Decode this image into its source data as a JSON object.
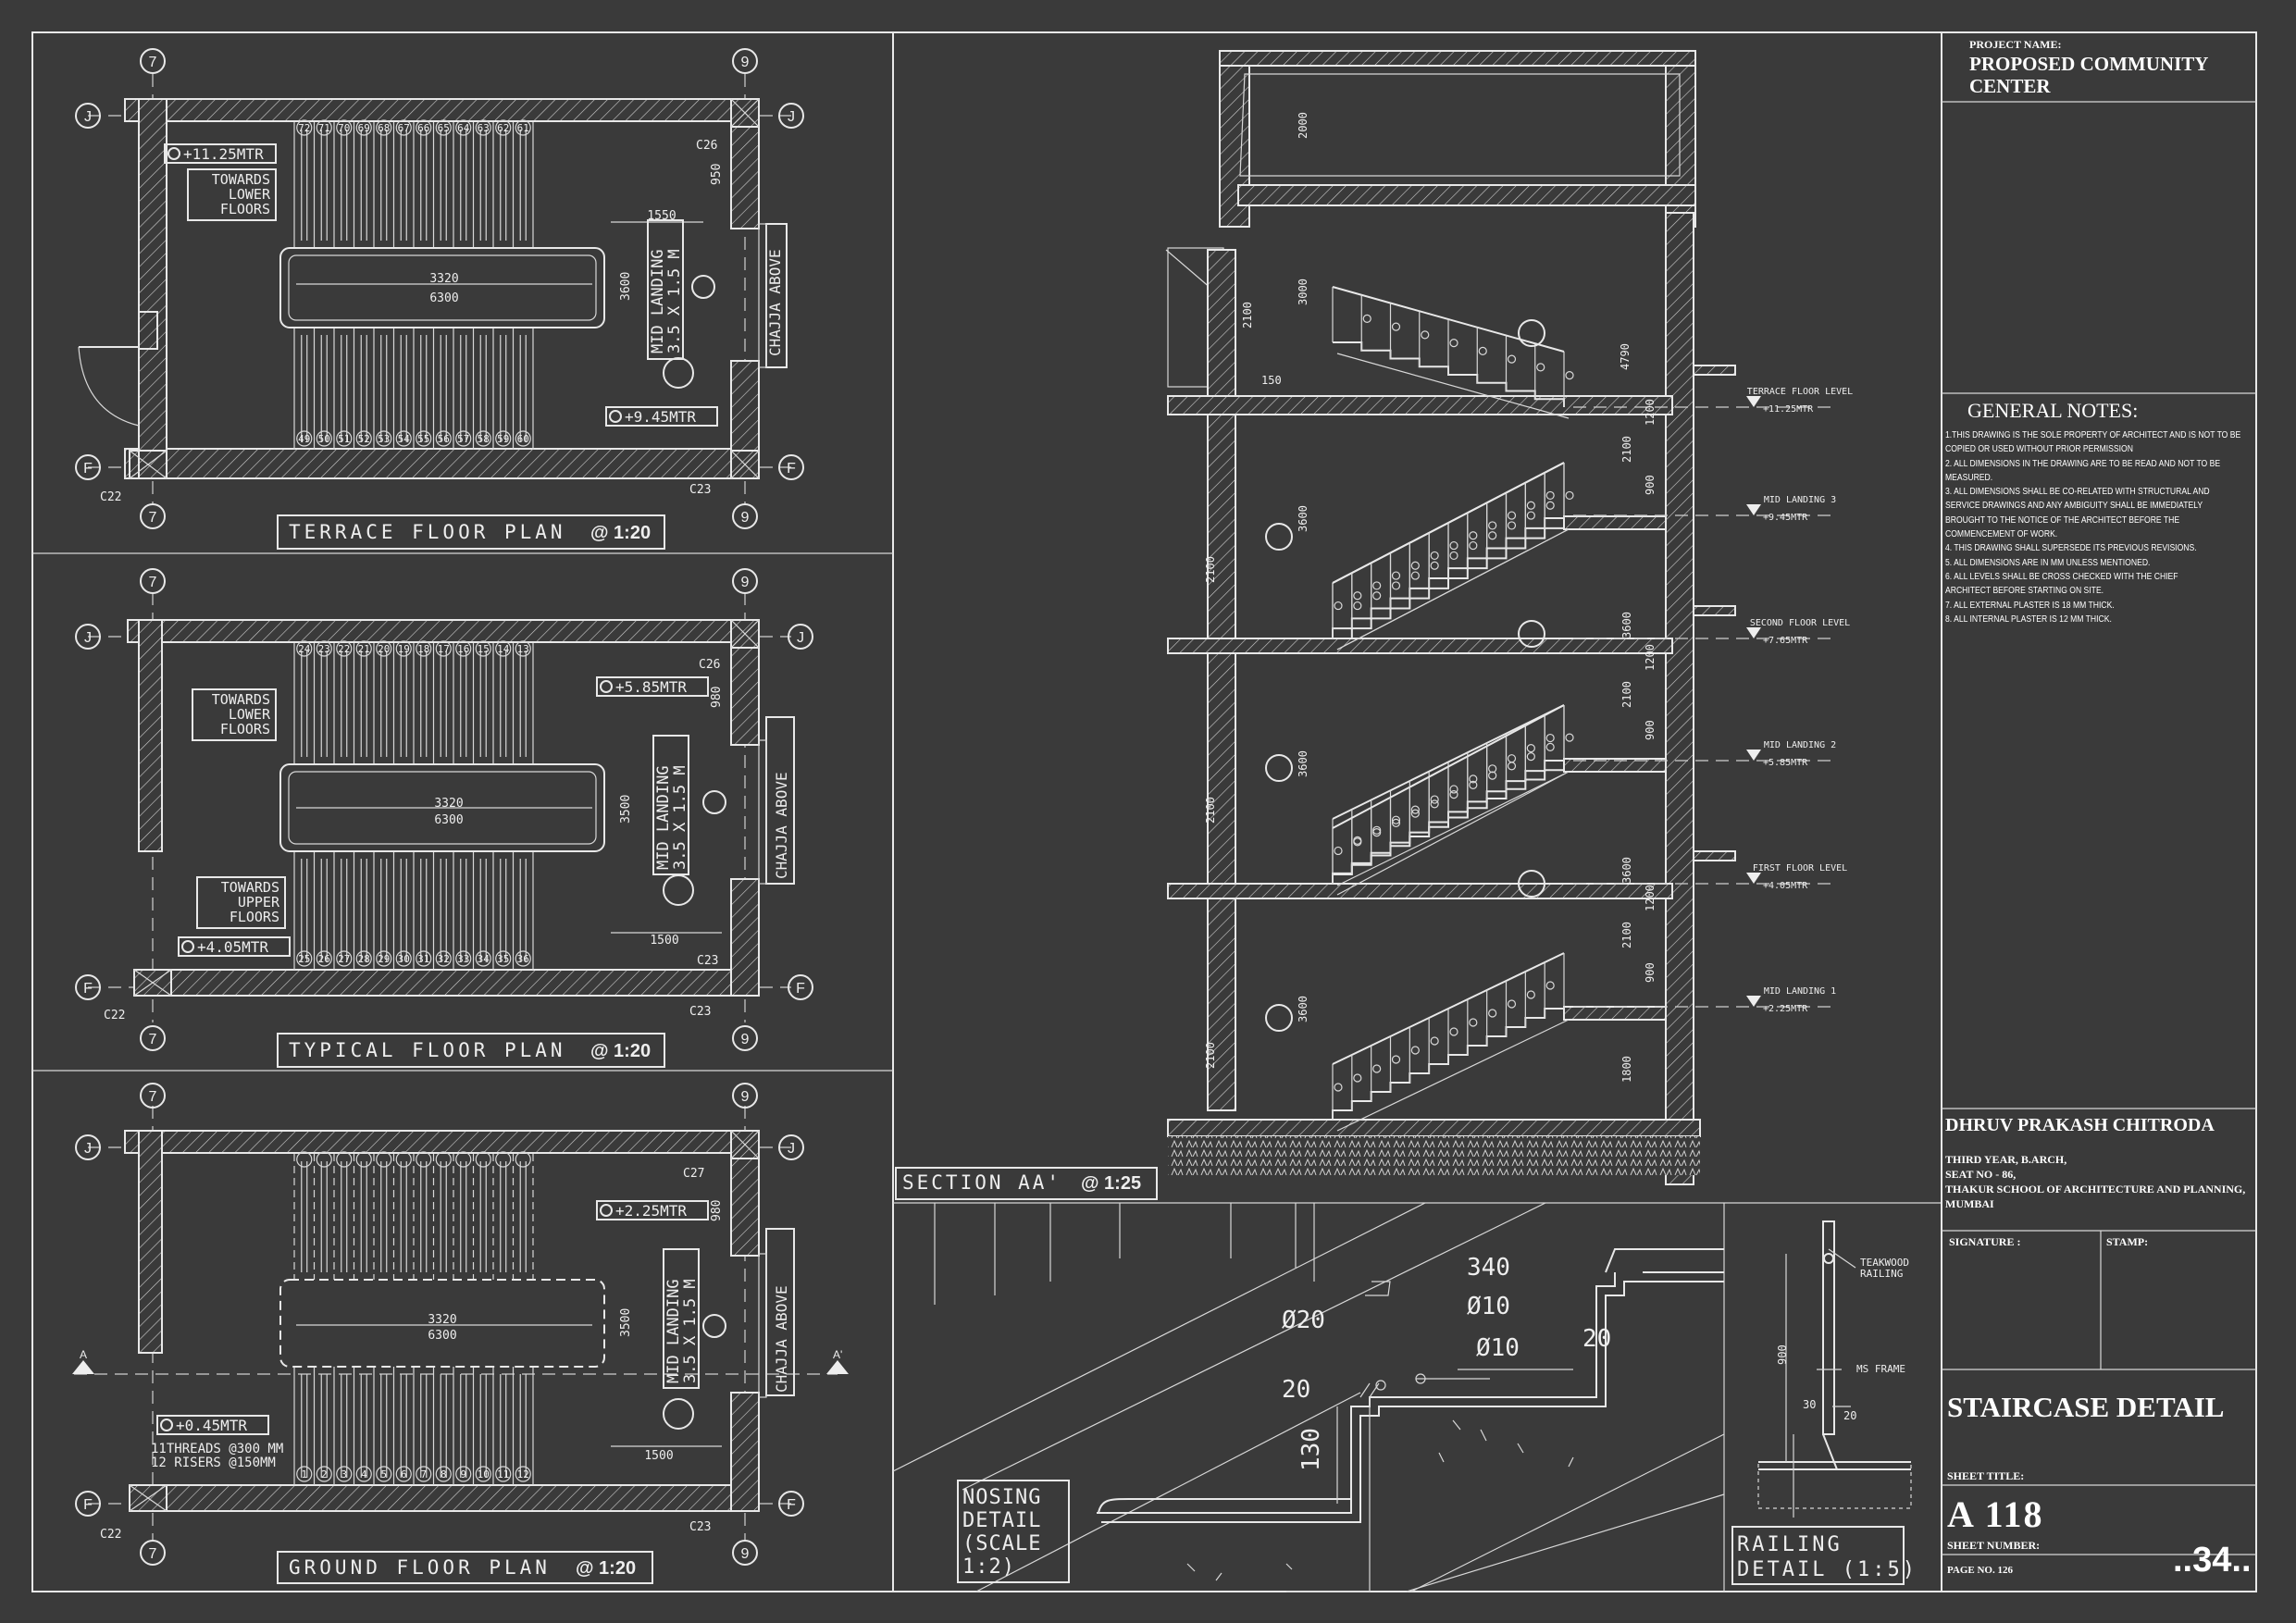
{
  "project": {
    "label": "PROJECT NAME:",
    "name_line1": "PROPOSED COMMUNITY",
    "name_line2": "CENTER"
  },
  "general_notes": {
    "heading": "GENERAL NOTES:",
    "lines": [
      "1.THIS DRAWING IS THE SOLE PROPERTY OF ARCHITECT AND IS NOT TO BE",
      "COPIED OR USED WITHOUT PRIOR PERMISSION",
      "2. ALL DIMENSIONS IN THE DRAWING ARE TO BE READ AND NOT TO BE",
      "MEASURED.",
      "3. ALL DIMENSIONS SHALL BE CO-RELATED WITH STRUCTURAL AND",
      "SERVICE DRAWINGS AND ANY AMBIGUITY SHALL BE IMMEDIATELY",
      "BROUGHT TO THE NOTICE OF THE ARCHITECT BEFORE THE",
      "COMMENCEMENT OF WORK.",
      "4. THIS DRAWING SHALL SUPERSEDE ITS PREVIOUS REVISIONS.",
      "5. ALL DIMENSIONS ARE IN MM UNLESS MENTIONED.",
      "6. ALL LEVELS SHALL BE CROSS CHECKED WITH THE CHIEF",
      "ARCHITECT BEFORE STARTING ON SITE.",
      "7. ALL EXTERNAL PLASTER IS 18 MM THICK.",
      "8. ALL INTERNAL PLASTER IS 12 MM THICK."
    ]
  },
  "student": {
    "name": "DHRUV PRAKASH CHITRODA",
    "line1": "THIRD YEAR, B.ARCH,",
    "line2": "SEAT NO - 86,",
    "line3": "THAKUR SCHOOL OF ARCHITECTURE AND  PLANNING,",
    "line4": "MUMBAI"
  },
  "signature_label": "SIGNATURE :",
  "stamp_label": "STAMP:",
  "sheet_title": "STAIRCASE DETAIL",
  "sheet_title_label": "SHEET TITLE:",
  "sheet_number": "A 118",
  "sheet_number_label": "SHEET NUMBER:",
  "page_no": "PAGE NO. 126",
  "page_mark": "..34..",
  "plans": {
    "terrace": {
      "title": "TERRACE FLOOR PLAN",
      "scale": "@ 1:20",
      "level_top": "+11.25MTR",
      "level_bottom": "+9.45MTR",
      "towards": [
        "TOWARDS",
        "LOWER",
        "FLOORS"
      ],
      "dim_inner": "3320",
      "dim_outer": "6300",
      "dim_1550": "1550",
      "dim_3600": "3600",
      "dim_950": "950",
      "landing": [
        "MID LANDING",
        "3.5 X 1.5 M"
      ],
      "chajja": "CHAJJA ABOVE",
      "col_tl": "C26",
      "col_br": "C23",
      "col_bl": "C22",
      "top_steps": [
        "72",
        "71",
        "70",
        "69",
        "68",
        "67",
        "66",
        "65",
        "64",
        "63",
        "62",
        "61"
      ],
      "bottom_steps": [
        "49",
        "50",
        "51",
        "52",
        "53",
        "54",
        "55",
        "56",
        "57",
        "58",
        "59",
        "60"
      ]
    },
    "typical": {
      "title": "TYPICAL FLOOR PLAN",
      "scale": "@ 1:20",
      "level_top": "+5.85MTR",
      "level_bottom": "+4.05MTR",
      "towards_lower": [
        "TOWARDS",
        "LOWER",
        "FLOORS"
      ],
      "towards_upper": [
        "TOWARDS",
        "UPPER",
        "FLOORS"
      ],
      "dim_inner": "3320",
      "dim_outer": "6300",
      "dim_1500": "1500",
      "dim_3500": "3500",
      "dim_980": "980",
      "landing": [
        "MID LANDING",
        "3.5 X 1.5 M"
      ],
      "chajja": "CHAJJA ABOVE",
      "col_tl": "C26",
      "col_br": "C23",
      "col_bl": "C22",
      "col_mid": "C23",
      "top_steps": [
        "24",
        "23",
        "22",
        "21",
        "20",
        "19",
        "18",
        "17",
        "16",
        "15",
        "14",
        "13"
      ],
      "bottom_steps": [
        "25",
        "26",
        "27",
        "28",
        "29",
        "30",
        "31",
        "32",
        "33",
        "34",
        "35",
        "36"
      ]
    },
    "ground": {
      "title": "GROUND FLOOR PLAN",
      "scale": "@ 1:20",
      "level_top": "+2.25MTR",
      "level_bottom": "+0.45MTR",
      "threads": "11THREADS  @300 MM",
      "risers": "12 RISERS  @150MM",
      "dim_inner": "3320",
      "dim_outer": "6300",
      "dim_1500": "1500",
      "dim_3500": "3500",
      "dim_980": "980",
      "landing": [
        "MID LANDING",
        "3.5 X 1.5 M"
      ],
      "chajja": "CHAJJA ABOVE",
      "col_tl": "C27",
      "col_br": "C23",
      "col_bl": "C22",
      "bottom_steps": [
        "1",
        "2",
        "3",
        "4",
        "5",
        "6",
        "7",
        "8",
        "9",
        "10",
        "11",
        "12"
      ],
      "section_mark": "A",
      "section_mark2": "A'"
    },
    "grid": {
      "left": "7",
      "right": "9",
      "top": "J",
      "bottom": "F"
    }
  },
  "section": {
    "title": "SECTION AA'",
    "scale": "@ 1:25",
    "levels": [
      {
        "name": "TERRACE FLOOR LEVEL",
        "value": "+11.25MTR"
      },
      {
        "name": "MID LANDING 3",
        "value": "+9.45MTR"
      },
      {
        "name": "SECOND FLOOR LEVEL",
        "value": "+7.65MTR"
      },
      {
        "name": "MID LANDING 2",
        "value": "+5.85MTR"
      },
      {
        "name": "FIRST FLOOR LEVEL",
        "value": "+4.05MTR"
      },
      {
        "name": "MID LANDING 1",
        "value": "+2.25MTR"
      }
    ],
    "dims": {
      "d2000": "2000",
      "d3000": "3000",
      "d2100": "2100",
      "d150": "150",
      "d4790": "4790",
      "d3600": "3600",
      "d1200": "1200",
      "d900": "900",
      "d1800": "1800"
    }
  },
  "nosing": {
    "title": [
      "NOSING",
      "DETAIL",
      "(SCALE",
      "1:2)"
    ],
    "d340": "340",
    "d10a": "Ø10",
    "d10b": "Ø10",
    "d20a": "Ø20",
    "d20b": "20",
    "d20c": "20",
    "d130": "130"
  },
  "railing": {
    "title": [
      "RAILING",
      "DETAIL  (1:5)"
    ],
    "teakwood": [
      "TEAKWOOD",
      "RAILING"
    ],
    "ms_frame": "MS FRAME",
    "d900": "900",
    "d30": "30",
    "d20": "20"
  }
}
